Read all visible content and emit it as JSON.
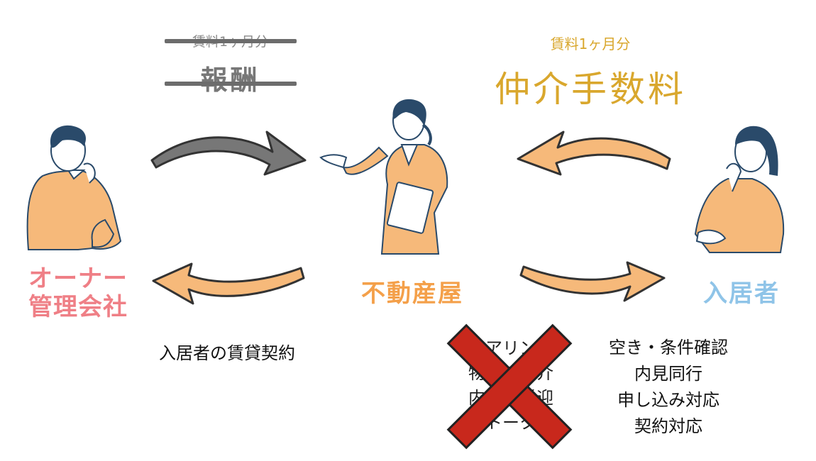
{
  "reward": {
    "sub": "賃料1ヶ月分",
    "main": "報酬"
  },
  "brokerage_fee": {
    "sub": "賃料1ヶ月分",
    "main": "仲介手数料"
  },
  "parties": {
    "owner_line1": "オーナー",
    "owner_line2": "管理会社",
    "agency": "不動産屋",
    "resident": "入居者"
  },
  "tasks": {
    "contract": "入居者の賃貸契約",
    "cancelled": [
      "ヒアリング",
      "物件の紹介",
      "内見の送迎",
      "トーク"
    ],
    "resident_services": [
      "空き・条件確認",
      "内見同行",
      "申し込み対応",
      "契約対応"
    ]
  },
  "colors": {
    "owner": "#ef7f86",
    "agency": "#f4a04a",
    "resident": "#8fc4e8",
    "fee": "#d9a72d",
    "cross": "#c8281c",
    "skin_fill": "#f6b97a"
  },
  "icons": {
    "owner": "thinking-man-icon",
    "agent": "presenting-woman-icon",
    "resident": "thinking-woman-icon"
  }
}
